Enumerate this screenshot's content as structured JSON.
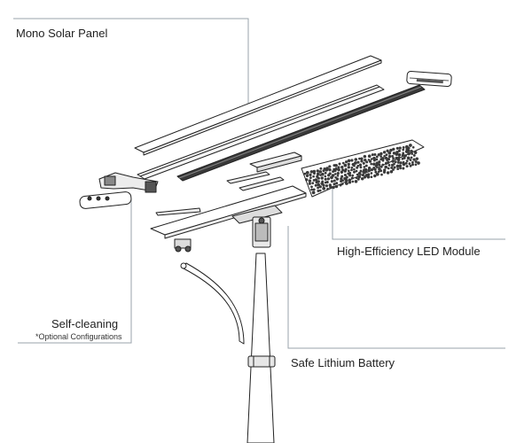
{
  "labels": {
    "solar_panel": "Mono Solar Panel",
    "led_module": "High-Efficiency LED Module",
    "self_cleaning": "Self-cleaning",
    "optional_note": "*Optional Configurations",
    "battery": "Safe Lithium Battery"
  },
  "colors": {
    "line": "#222222",
    "leader": "#9aa3ab",
    "led_dots": "#3a3a3a"
  }
}
